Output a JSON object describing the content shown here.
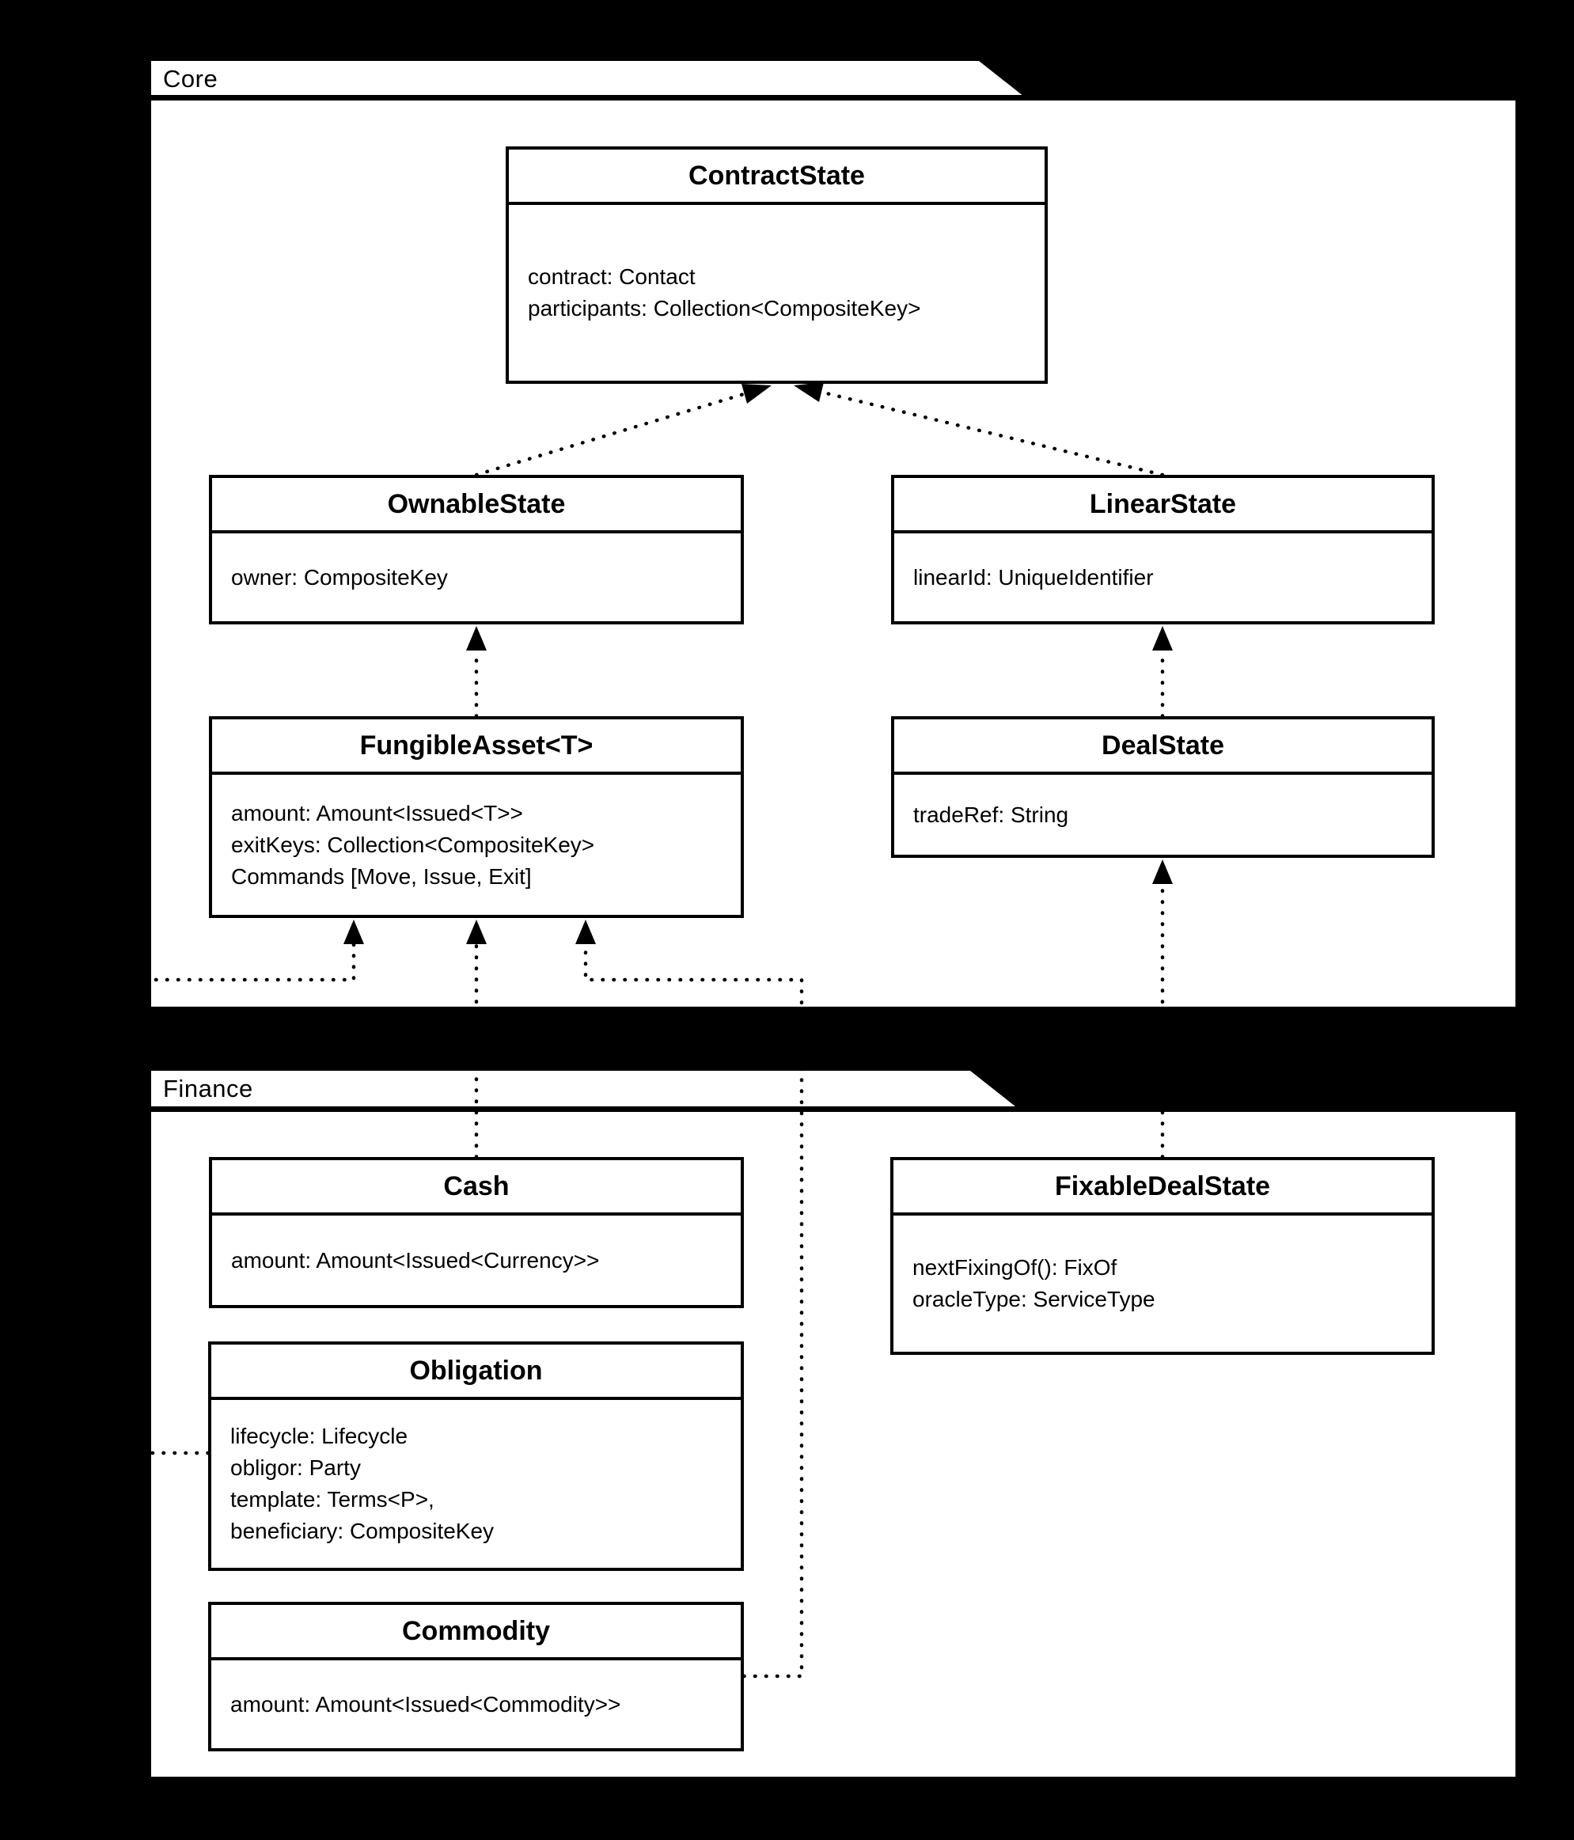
{
  "packages": {
    "core": {
      "label": "Core"
    },
    "finance": {
      "label": "Finance"
    }
  },
  "classes": {
    "contractState": {
      "title": "ContractState",
      "attrs": [
        "contract: Contact",
        "participants: Collection<CompositeKey>"
      ]
    },
    "ownableState": {
      "title": "OwnableState",
      "attrs": [
        "owner: CompositeKey"
      ]
    },
    "linearState": {
      "title": "LinearState",
      "attrs": [
        "linearId: UniqueIdentifier"
      ]
    },
    "fungibleAsset": {
      "title": "FungibleAsset<T>",
      "attrs": [
        "amount: Amount<Issued<T>>",
        "exitKeys: Collection<CompositeKey>",
        "Commands [Move, Issue, Exit]"
      ]
    },
    "dealState": {
      "title": "DealState",
      "attrs": [
        "tradeRef: String"
      ]
    },
    "cash": {
      "title": "Cash",
      "attrs": [
        "amount: Amount<Issued<Currency>>"
      ]
    },
    "fixableDealState": {
      "title": "FixableDealState",
      "attrs": [
        "nextFixingOf(): FixOf",
        "oracleType: ServiceType"
      ]
    },
    "obligation": {
      "title": "Obligation",
      "attrs": [
        "lifecycle: Lifecycle",
        "obligor: Party",
        "template: Terms<P>,",
        "beneficiary: CompositeKey"
      ]
    },
    "commodity": {
      "title": "Commodity",
      "attrs": [
        "amount: Amount<Issued<Commodity>>"
      ]
    }
  },
  "relations": [
    {
      "from": "OwnableState",
      "to": "ContractState"
    },
    {
      "from": "LinearState",
      "to": "ContractState"
    },
    {
      "from": "FungibleAsset<T>",
      "to": "OwnableState"
    },
    {
      "from": "DealState",
      "to": "LinearState"
    },
    {
      "from": "Cash",
      "to": "FungibleAsset<T>"
    },
    {
      "from": "Obligation",
      "to": "FungibleAsset<T>"
    },
    {
      "from": "Commodity",
      "to": "FungibleAsset<T>"
    },
    {
      "from": "FixableDealState",
      "to": "DealState"
    }
  ],
  "colors": {
    "background": "#000000",
    "surface": "#ffffff",
    "line": "#000000"
  }
}
